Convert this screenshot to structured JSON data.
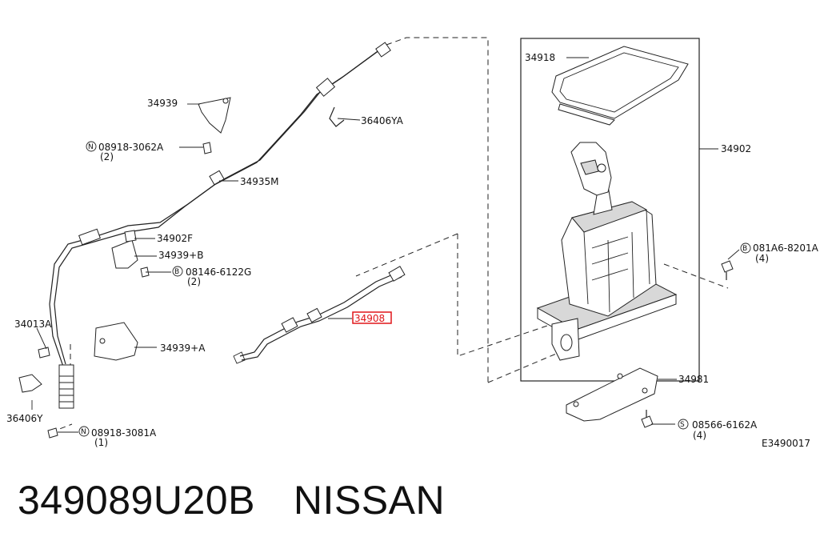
{
  "diagram": {
    "code": "E3490017",
    "highlight_color": "#e0161a",
    "callouts": [
      {
        "id": "34918",
        "text": "34918"
      },
      {
        "id": "34902",
        "text": "34902"
      },
      {
        "id": "34939",
        "text": "34939"
      },
      {
        "id": "36406YA",
        "text": "36406YA"
      },
      {
        "id": "08918-3062A",
        "prefix": "N",
        "text": "08918-3062A",
        "qty": "(2)"
      },
      {
        "id": "34935M",
        "text": "34935M"
      },
      {
        "id": "34902F",
        "text": "34902F"
      },
      {
        "id": "34939+B",
        "text": "34939+B"
      },
      {
        "id": "08146-6122G",
        "prefix": "B",
        "text": "08146-6122G",
        "qty": "(2)"
      },
      {
        "id": "081A6-8201A",
        "prefix": "B",
        "text": "081A6-8201A",
        "qty": "(4)"
      },
      {
        "id": "34908",
        "text": "34908",
        "highlighted": true
      },
      {
        "id": "34013A",
        "text": "34013A"
      },
      {
        "id": "34939+A",
        "text": "34939+A"
      },
      {
        "id": "34981",
        "text": "34981"
      },
      {
        "id": "36406Y",
        "text": "36406Y"
      },
      {
        "id": "08918-3081A",
        "prefix": "N",
        "text": "08918-3081A",
        "qty": "(1)"
      },
      {
        "id": "08566-6162A",
        "prefix": "S",
        "text": "08566-6162A",
        "qty": "(4)"
      }
    ]
  },
  "caption": {
    "part_number": "349089U20B",
    "brand": "NISSAN"
  }
}
